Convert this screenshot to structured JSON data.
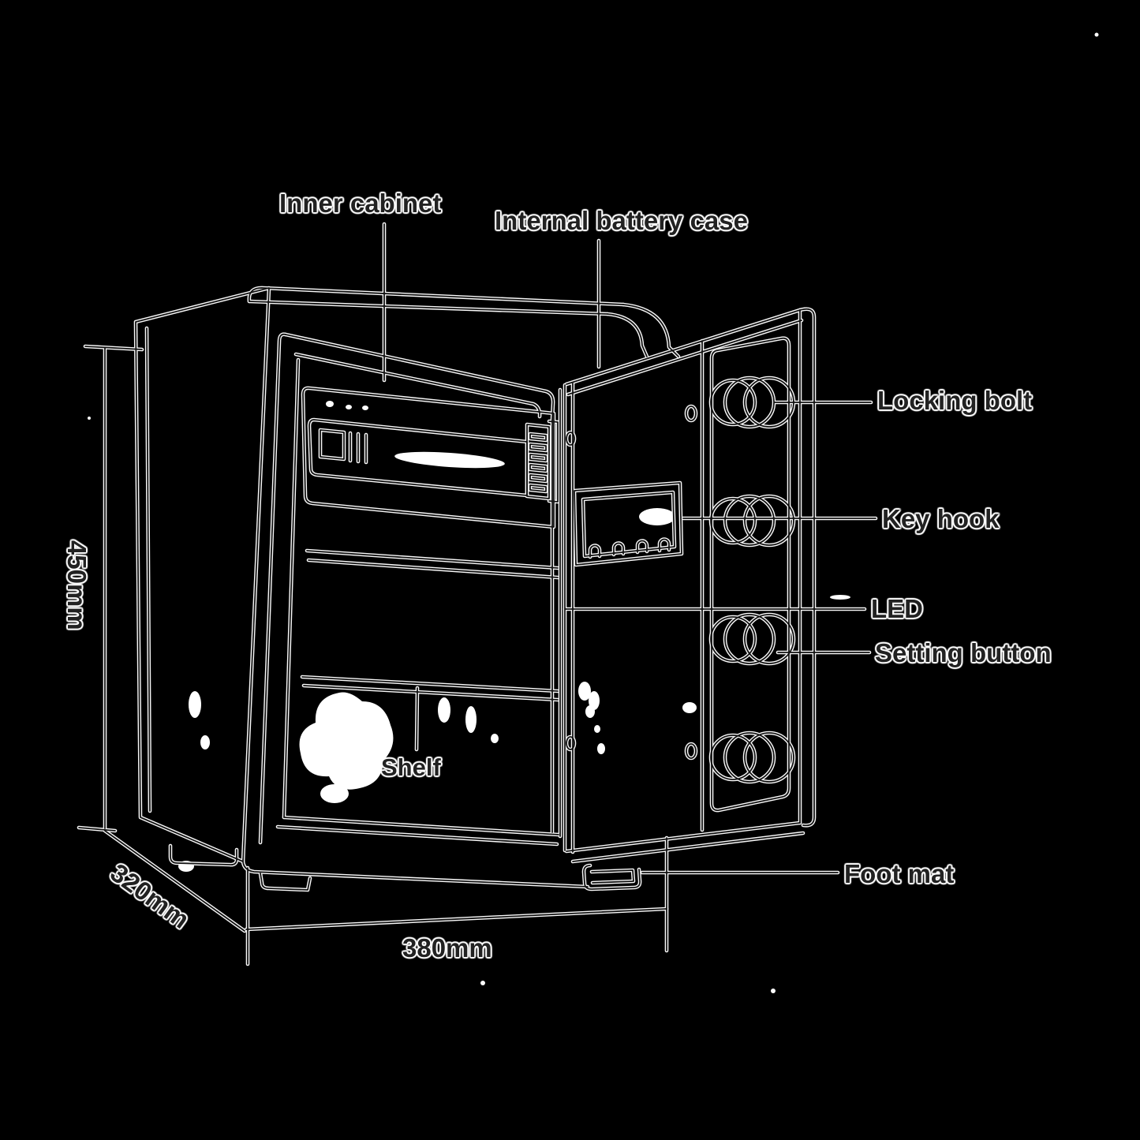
{
  "title": "Safe box parts diagram",
  "colors": {
    "background": "#000000",
    "line_halo": "#f8f8f8",
    "line_core": "#121212",
    "label_text": "#222222",
    "label_halo": "#ffffff"
  },
  "labels": {
    "inner_cabinet": "Inner cabinet",
    "internal_battery_case": "Internal battery case",
    "locking_bolt": "Locking bolt",
    "key_hook": "Key hook",
    "led": "LED",
    "setting_button": "Setting button",
    "shelf": "Shelf",
    "foot_mat": "Foot mat"
  },
  "dimensions": {
    "height": "450mm",
    "depth": "320mm",
    "width": "380mm"
  }
}
